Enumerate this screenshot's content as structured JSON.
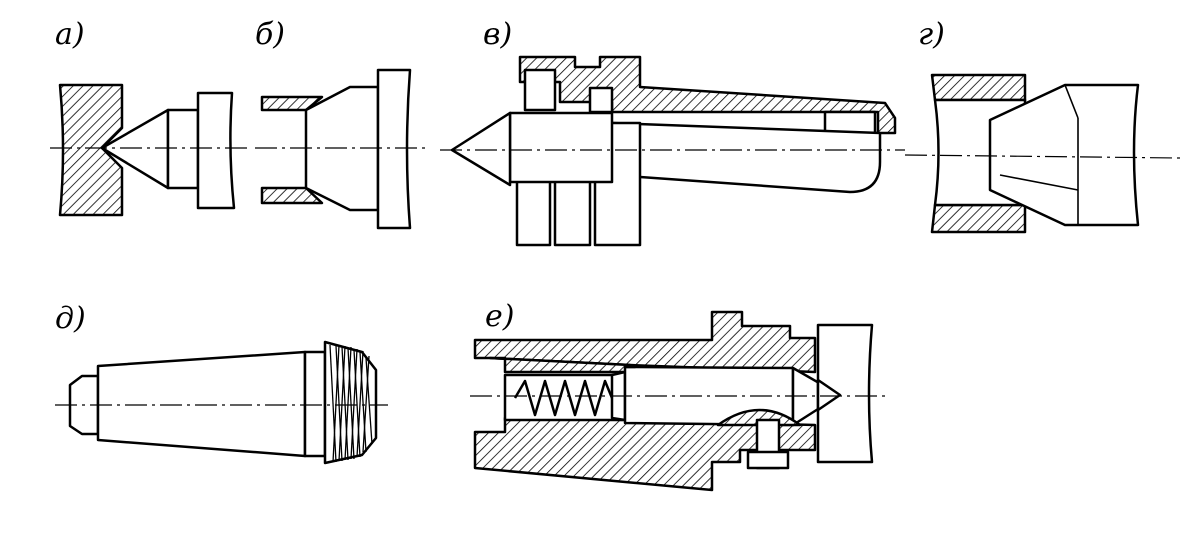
{
  "figure": {
    "labels": {
      "a": "а)",
      "b": "б)",
      "v": "в)",
      "g": "г)",
      "d": "д)",
      "e": "е)"
    },
    "colors": {
      "ink": "#000000",
      "paper": "#ffffff"
    }
  }
}
